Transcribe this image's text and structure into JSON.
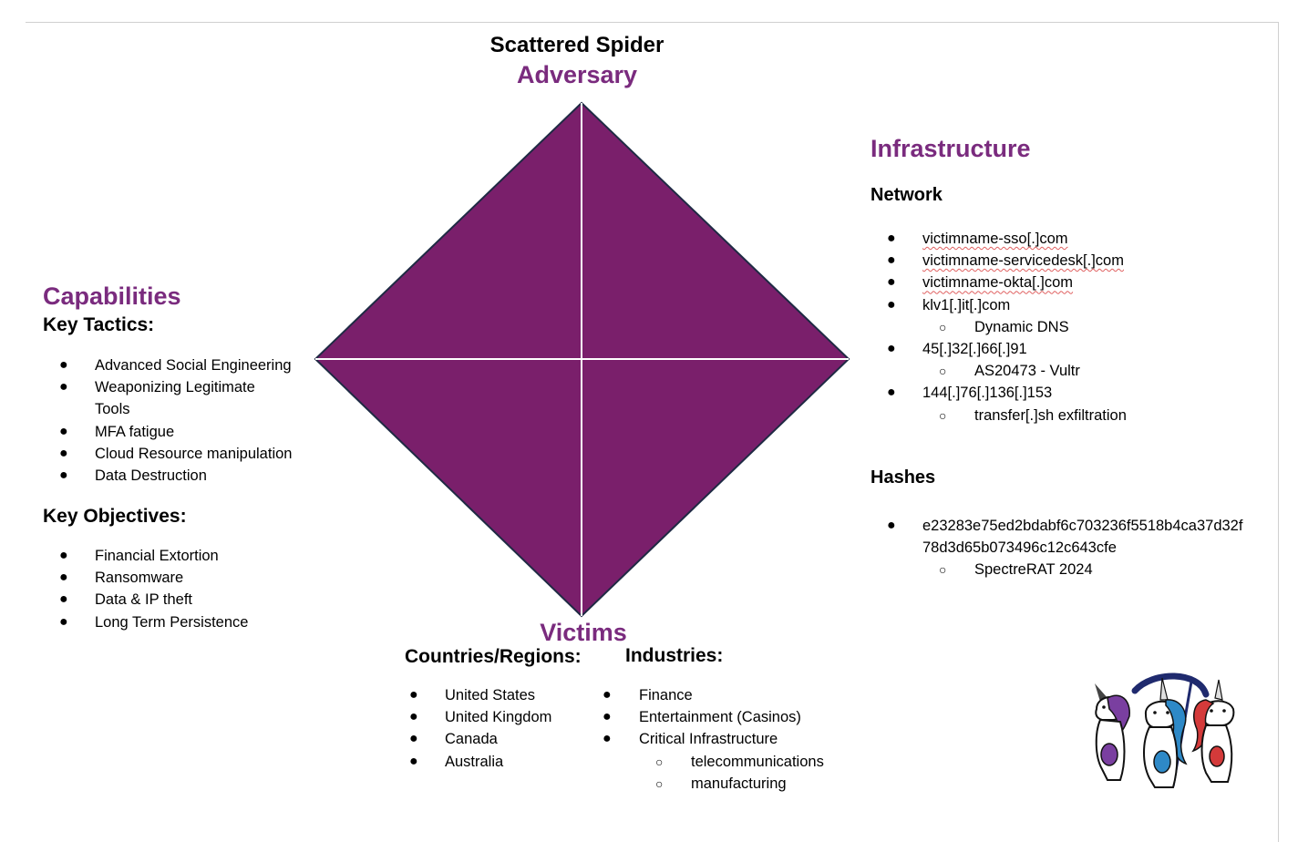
{
  "adversary": {
    "name": "Scattered Spider",
    "label": "Adversary"
  },
  "capabilities": {
    "title": "Capabilities",
    "tactics_heading": "Key Tactics:",
    "tactics": [
      "Advanced Social Engineering",
      "Weaponizing Legitimate",
      "Tools",
      "MFA fatigue",
      "Cloud Resource manipulation",
      "Data Destruction"
    ],
    "objectives_heading": "Key Objectives:",
    "objectives": [
      "Financial Extortion",
      "Ransomware",
      "Data & IP theft",
      "Long Term Persistence"
    ]
  },
  "infrastructure": {
    "title": "Infrastructure",
    "network_heading": "Network",
    "network": [
      {
        "text": "victimname-sso[.]com"
      },
      {
        "text": "victimname-servicedesk[.]com"
      },
      {
        "text": "victimname-okta[.]com"
      },
      {
        "text": "klv1[.]it[.]com",
        "sub": "Dynamic DNS"
      },
      {
        "text": "45[.]32[.]66[.]91",
        "sub": "AS20473 - Vultr"
      },
      {
        "text": "144[.]76[.]136[.]153",
        "sub": "transfer[.]sh exfiltration"
      }
    ],
    "hashes_heading": "Hashes",
    "hash_line1": "e23283e75ed2bdabf6c703236f5518b4ca37d32f",
    "hash_line2": "78d3d65b073496c12c643cfe",
    "hash_sub": "SpectreRAT 2024"
  },
  "victims": {
    "title": "Victims",
    "regions_heading": "Countries/Regions:",
    "regions": [
      "United States",
      "United Kingdom",
      "Canada",
      "Australia"
    ],
    "industries_heading": "Industries:",
    "industries": [
      "Finance",
      "Entertainment (Casinos)",
      "Critical Infrastructure"
    ],
    "industry_subs": [
      "telecommunications",
      "manufacturing"
    ]
  },
  "colors": {
    "diamond_fill": "#7a1f6b",
    "diamond_outline": "#1f2a44",
    "heading_purple": "#7a2b7e"
  },
  "logo": {
    "icon": "unicorns-with-scythe-logo"
  }
}
